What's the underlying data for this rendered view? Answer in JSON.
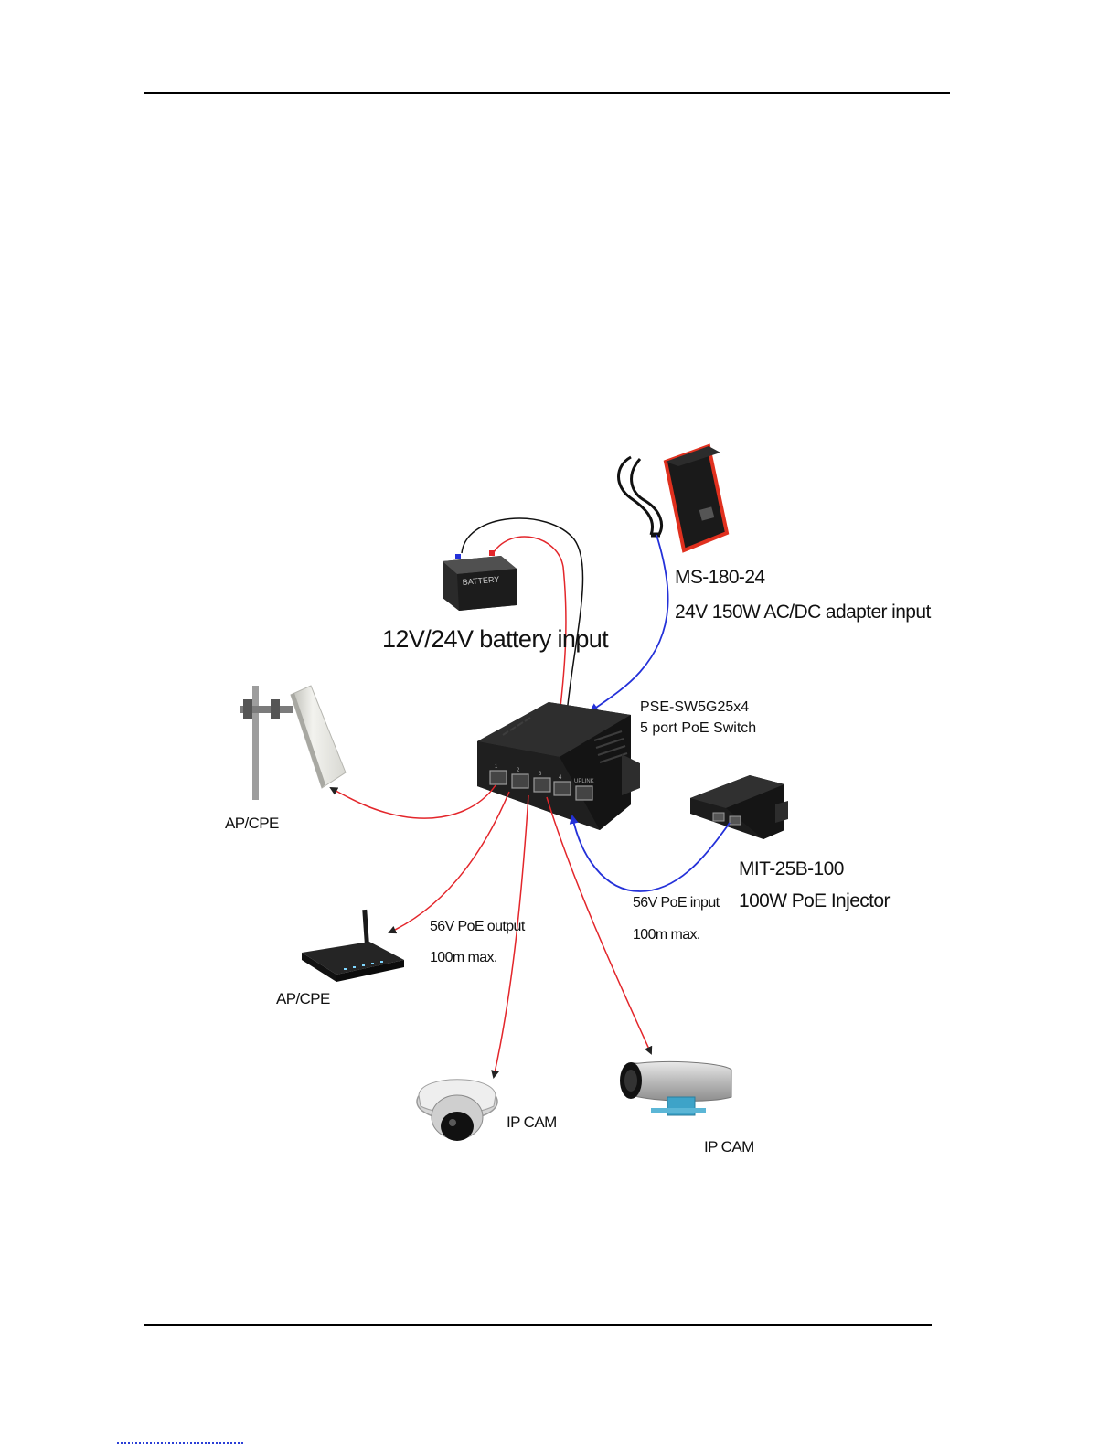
{
  "diagram": {
    "labels": {
      "adapter_model": "MS-180-24",
      "adapter_desc": "24V 150W AC/DC adapter input",
      "battery": "12V/24V battery input",
      "battery_case_text": "BATTERY",
      "switch_model": "PSE-SW5G25x4",
      "switch_desc": "5 port PoE Switch",
      "injector_model": "MIT-25B-100",
      "injector_desc": "100W PoE Injector",
      "poe_input": "56V PoE input",
      "poe_input_range": "100m max.",
      "poe_output": "56V PoE output",
      "poe_output_range": "100m max.",
      "ap_panel": "AP/CPE",
      "ap_router": "AP/CPE",
      "ipcam_dome": "IP CAM",
      "ipcam_bullet": "IP CAM"
    },
    "port_numbers": [
      "1",
      "2",
      "3",
      "4"
    ],
    "uplink_label": "UPLINK",
    "colors": {
      "poe_cable": "#e3262b",
      "adapter_cable": "#2431d9",
      "battery_pos": "#e3262b",
      "battery_neg": "#111111",
      "device_body": "#1b1b1b",
      "adapter_trim": "#e0301e"
    }
  }
}
